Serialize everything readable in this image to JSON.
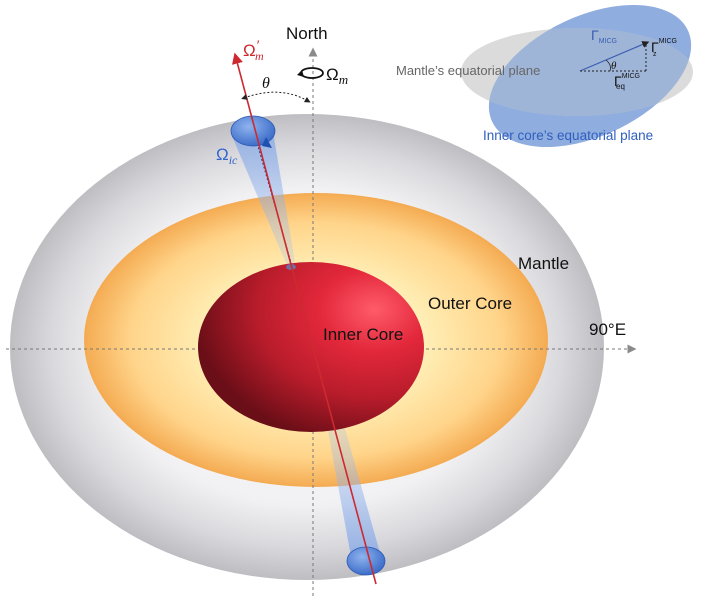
{
  "labels": {
    "north": "North",
    "east": "90°E",
    "mantle": "Mantle",
    "outer_core": "Outer Core",
    "inner_core": "Inner Core",
    "theta": "θ"
  },
  "rotation": {
    "omega_m_prime": "Ω",
    "omega_m_prime_sub": "m",
    "omega_m_prime_mark": "′",
    "omega_m": "Ω",
    "omega_m_sub": "m",
    "omega_ic": "Ω",
    "omega_ic_sub": "ic"
  },
  "inset": {
    "mantle_plane": "Mantle’s equatorial plane",
    "inner_core_plane": "Inner core’s equatorial plane",
    "gamma_micg": "Γ",
    "gamma_micg_sub": "MICG",
    "gamma_z": "Γ",
    "gamma_z_sup": "MICG",
    "gamma_z_sub": "z",
    "gamma_eq": "Γ",
    "gamma_eq_sup": "MICG",
    "gamma_eq_sub": "eq",
    "theta": "θ"
  },
  "colors": {
    "mantle": "#d4d4d8",
    "outer_core": "#f6b45a",
    "inner_core": "#c2202e",
    "spin_axis": "#cc2a30",
    "ic_axis_blue": "#3366cc",
    "inset_blue": "#6f98d6",
    "inset_gray": "#d2d2d2"
  }
}
